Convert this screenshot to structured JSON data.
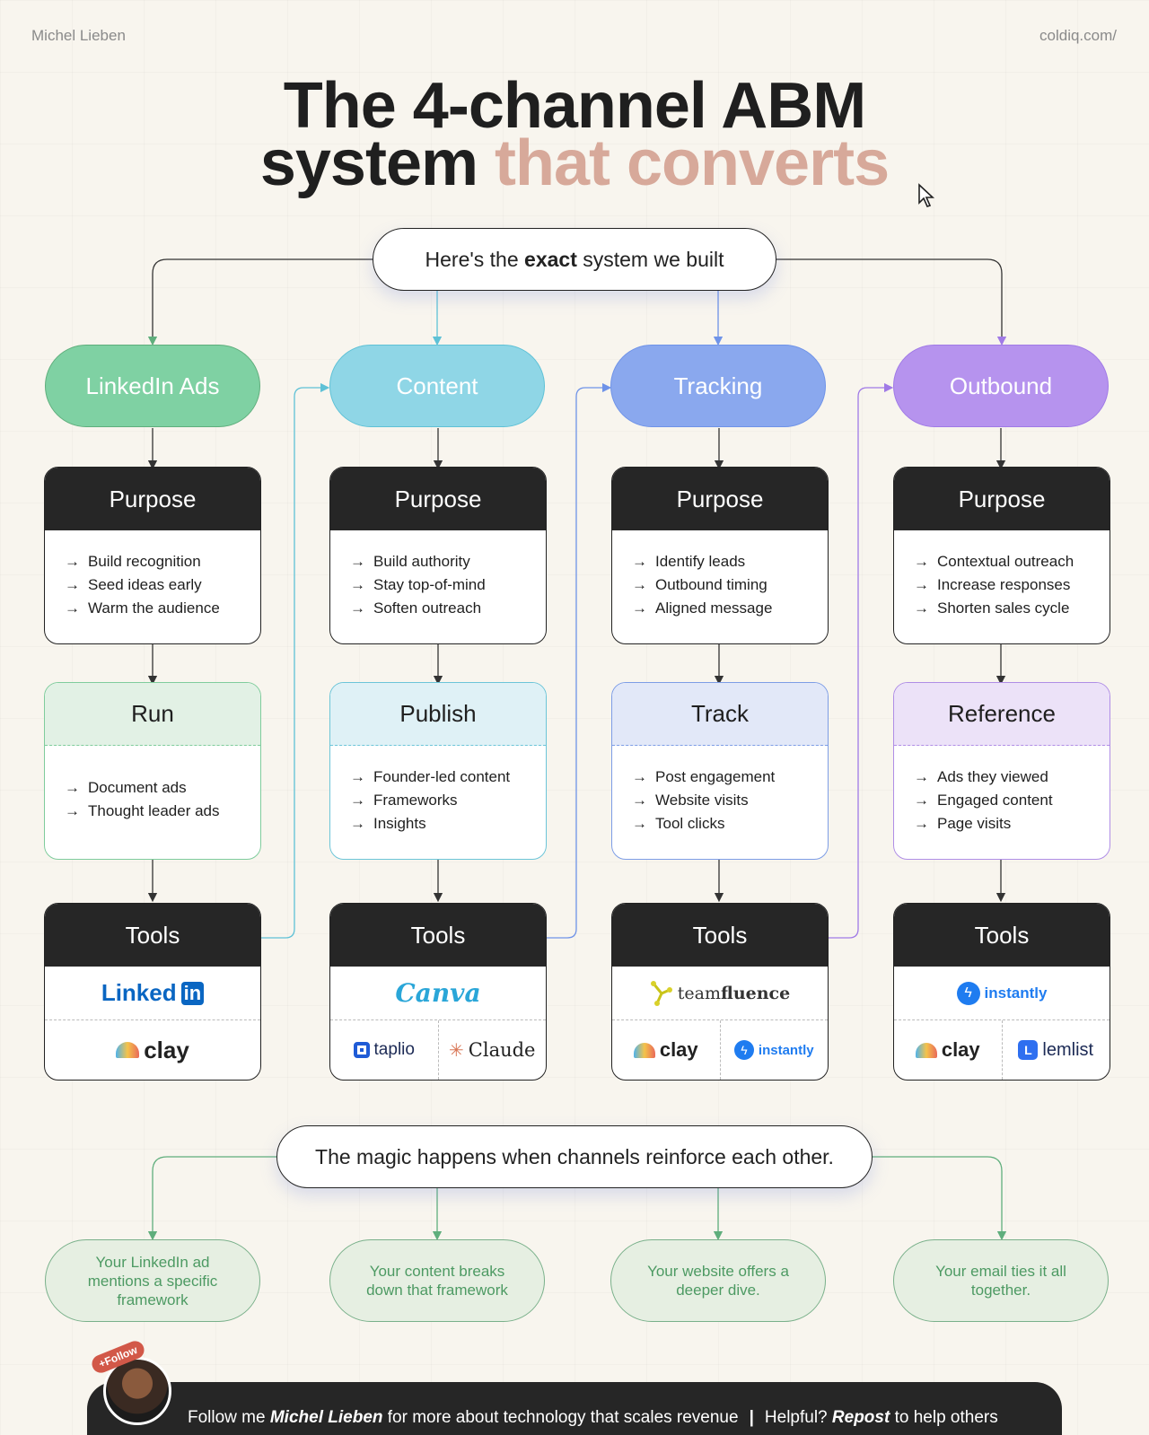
{
  "author": "Michel Lieben",
  "site": "coldiq.com/",
  "title": {
    "line1": "The 4-channel ABM",
    "line2_dark": "system",
    "line2_accent": "that converts"
  },
  "top_pill": {
    "pre": "Here's the",
    "bold": "exact",
    "post": "system we built"
  },
  "columns": [
    {
      "channel": "LinkedIn Ads",
      "color": "#7fd1a3",
      "purpose_title": "Purpose",
      "purpose": [
        "Build recognition",
        "Seed ideas early",
        "Warm the audience"
      ],
      "step_title": "Run",
      "step": [
        "Document ads",
        "Thought leader ads"
      ],
      "tools_title": "Tools",
      "tool_main": "Linked",
      "tool_main_suffix": "in",
      "tool_b1": "clay",
      "tool_b2": ""
    },
    {
      "channel": "Content",
      "color": "#8fd6e6",
      "purpose_title": "Purpose",
      "purpose": [
        "Build authority",
        "Stay top-of-mind",
        "Soften outreach"
      ],
      "step_title": "Publish",
      "step": [
        "Founder-led content",
        "Frameworks",
        "Insights"
      ],
      "tools_title": "Tools",
      "tool_main": "Canva",
      "tool_b1": "taplio",
      "tool_b2": "Claude"
    },
    {
      "channel": "Tracking",
      "color": "#8aa8ee",
      "purpose_title": "Purpose",
      "purpose": [
        "Identify leads",
        "Outbound timing",
        "Aligned message"
      ],
      "step_title": "Track",
      "step": [
        "Post engagement",
        "Website visits",
        "Tool clicks"
      ],
      "tools_title": "Tools",
      "tool_main_pre": "team",
      "tool_main": "fluence",
      "tool_b1": "clay",
      "tool_b2": "instantly"
    },
    {
      "channel": "Outbound",
      "color": "#b693ee",
      "purpose_title": "Purpose",
      "purpose": [
        "Contextual outreach",
        "Increase responses",
        "Shorten sales cycle"
      ],
      "step_title": "Reference",
      "step": [
        "Ads they viewed",
        "Engaged content",
        "Page visits"
      ],
      "tools_title": "Tools",
      "tool_main": "instantly",
      "tool_b1": "clay",
      "tool_b2": "lemlist"
    }
  ],
  "magic": "The magic happens when channels reinforce each other.",
  "bubbles": [
    "Your LinkedIn ad mentions a specific framework",
    "Your content breaks down that framework",
    "Your website offers a deeper dive.",
    "Your email ties it all together."
  ],
  "footer": {
    "follow_badge": "+Follow",
    "pre": "Follow me",
    "name": "Michel Lieben",
    "mid": "for more about technology that scales revenue",
    "sep": "|",
    "helpful": "Helpful?",
    "repost": "Repost",
    "post": "to help others"
  }
}
